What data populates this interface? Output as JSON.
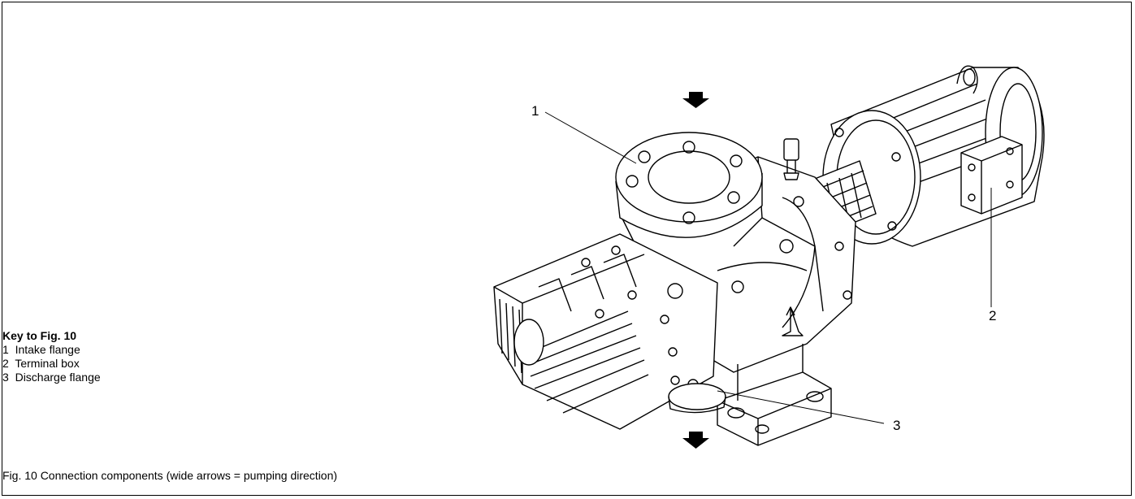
{
  "key": {
    "title": "Key to Fig. 10",
    "items": [
      {
        "num": "1",
        "label": "Intake flange"
      },
      {
        "num": "2",
        "label": "Terminal box"
      },
      {
        "num": "3",
        "label": "Discharge flange"
      }
    ]
  },
  "callouts": {
    "intake": "1",
    "terminal": "2",
    "discharge": "3"
  },
  "caption": "Fig. 10  Connection components (wide arrows = pumping direction)"
}
